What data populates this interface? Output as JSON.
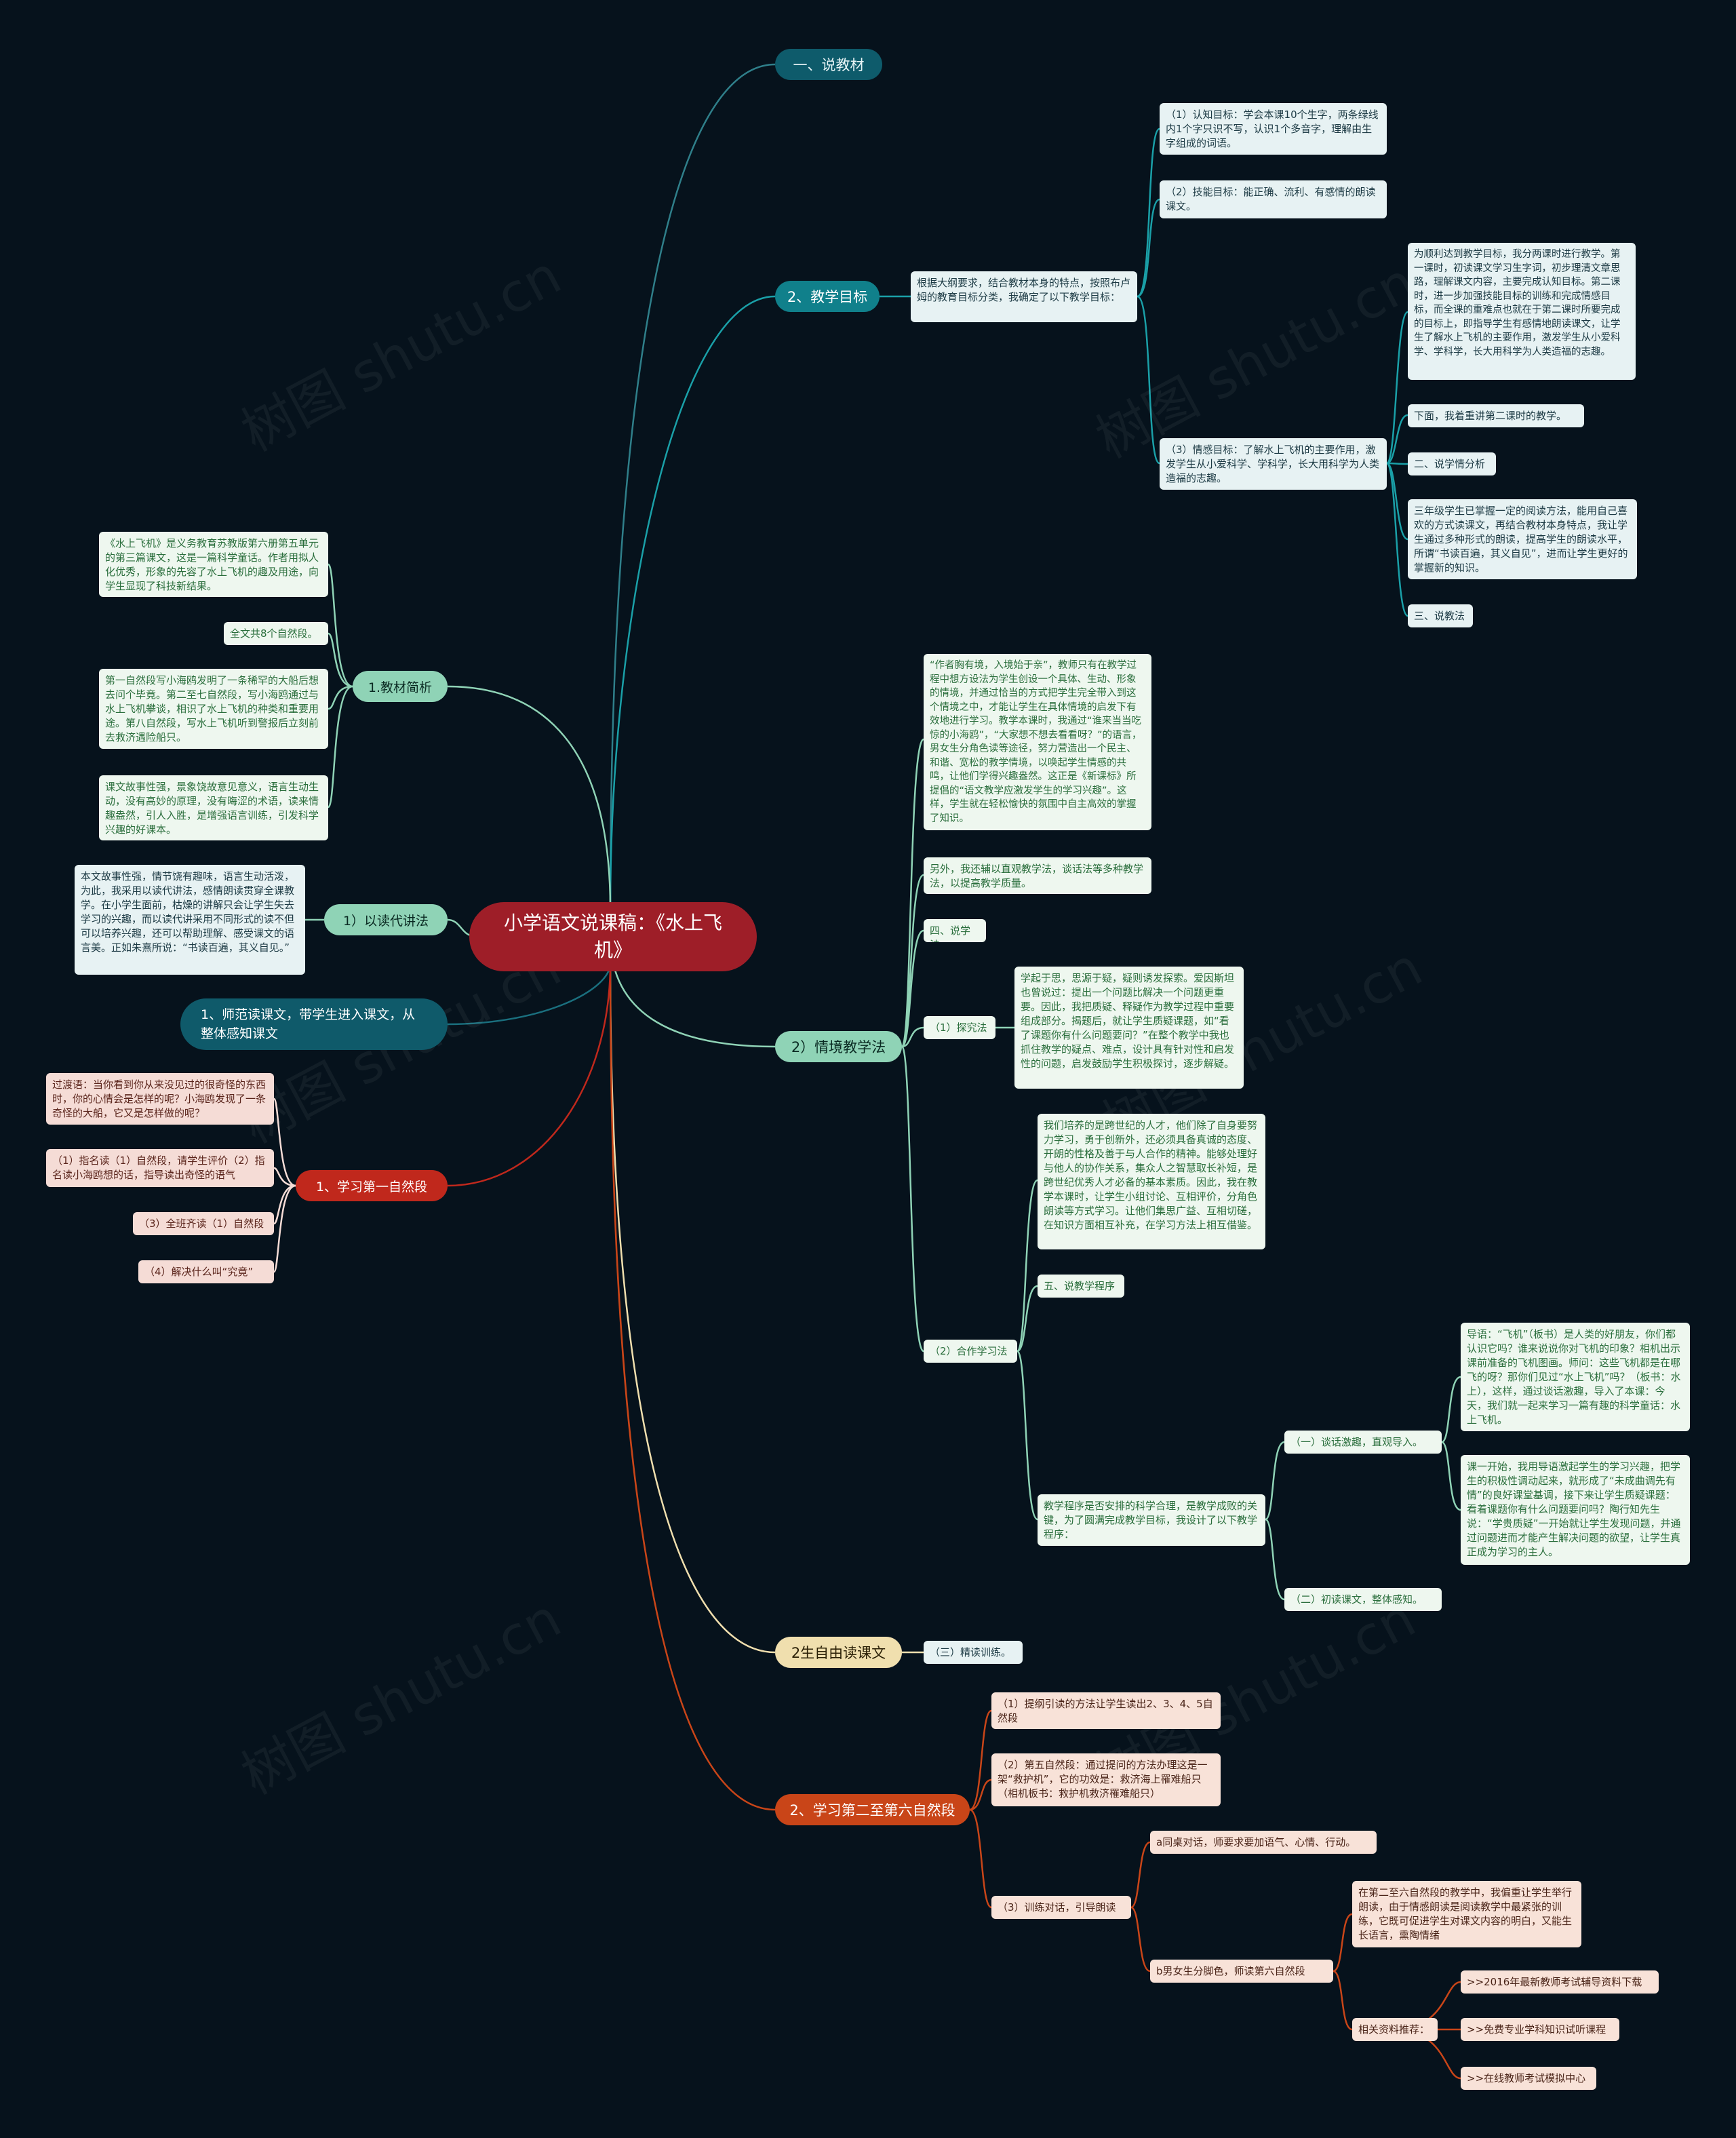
{
  "watermark": "树图 shutu.cn",
  "root": "小学语文说课稿：《水上飞机》",
  "branches": {
    "b1": "一、说教材",
    "b2": "2、教学目标",
    "b2_intro": "根据大纲要求，结合教材本身的特点，按照布卢姆的教育目标分类，我确定了以下教学目标：",
    "b2_g1": "（1）认知目标：学会本课10个生字，两条绿线内1个字只识不写，认识1个多音字，理解由生字组成的词语。",
    "b2_g2": "（2）技能目标：能正确、流利、有感情的朗读课文。",
    "b2_g3": "（3）情感目标：了解水上飞机的主要作用，激发学生从小爱科学、学科学，长大用科学为人类造福的志趣。",
    "b2_g3_a": "为顺利达到教学目标，我分两课时进行教学。第一课时，初读课文学习生字词，初步理清文章思路，理解课文内容，主要完成认知目标。第二课时，进一步加强技能目标的训练和完成情感目标，而全课的重难点也就在于第二课时所要完成的目标上，即指导学生有感情地朗读课文，让学生了解水上飞机的主要作用，激发学生从小爱科学、学科学，长大用科学为人类造福的志趣。",
    "b2_g3_b": "下面，我着重讲第二课时的教学。",
    "b2_g3_c": "二、说学情分析",
    "b2_g3_d": "三年级学生已掌握一定的阅读方法，能用自己喜欢的方式读课文，再结合教材本身特点，我让学生通过多种形式的朗读，提高学生的朗读水平，所谓“书读百遍，其义自见”，进而让学生更好的掌握新的知识。",
    "b2_g3_e": "三、说教法",
    "l1": "1.教材简析",
    "l1_a": "《水上飞机》是义务教育苏教版第六册第五单元的第三篇课文，这是一篇科学童话。作者用拟人化优秀，形象的先容了水上飞机的趣及用途，向学生显现了科技新结果。",
    "l1_b": "全文共8个自然段。",
    "l1_c": "第一自然段写小海鸥发明了一条稀罕的大船后想去问个毕竟。第二至七自然段，写小海鸥通过与水上飞机攀谈，相识了水上飞机的种类和重要用途。第八自然段，写水上飞机听到警报后立刻前去救济遇险船只。",
    "l1_d": "课文故事性强，景象饶故意见意义，语言生动生动，没有高妙的原理，没有晦涩的术语，读来情趣盎然，引人入胜，是增强语言训练，引发科学兴趣的好课本。",
    "l2": "1）以读代讲法",
    "l2_a": "本文故事性强，情节饶有趣味，语言生动活泼，为此，我采用以读代讲法，感情朗读贯穿全课教学。在小学生面前，枯燥的讲解只会让学生失去学习的兴趣，而以读代讲采用不同形式的读不但可以培养兴趣，还可以帮助理解、感受课文的语言美。正如朱熹所说：“书读百遍，其义自见。”",
    "l3": "1、师范读课文，带学生进入课文，从整体感知课文",
    "l4": "1、学习第一自然段",
    "l4_a": "过渡语：当你看到你从来没见过的很奇怪的东西时，你的心情会是怎样的呢？小海鸥发现了一条奇怪的大船，它又是怎样做的呢？",
    "l4_b": "（1）指名读（1）自然段，请学生评价（2）指名读小海鸥想的话，指导读出奇怪的语气",
    "l4_c": "（3）全班齐读（1）自然段",
    "l4_d": "（4）解决什么叫“究竟”",
    "b3": "2）情境教学法",
    "b3_a": "“作者胸有境，入境始于亲”，教师只有在教学过程中想方设法为学生创设一个具体、生动、形象的情境，并通过恰当的方式把学生完全带入到这个情境之中，才能让学生在具体情境的启发下有效地进行学习。教学本课时，我通过“谁来当当吃惊的小海鸥”，“大家想不想去看看呀？”的语言，男女生分角色读等途径，努力营造出一个民主、和谐、宽松的教学情境，以唤起学生情感的共鸣，让他们学得兴趣盎然。这正是《新课标》所提倡的“语文教学应激发学生的学习兴趣”。这样，学生就在轻松愉快的氛围中自主高效的掌握了知识。",
    "b3_b": "另外，我还辅以直观教学法，谈话法等多种教学法，以提高教学质量。",
    "b3_c": "四、说学法",
    "b3_d": "（1）探究法",
    "b3_d1": "学起于思，思源于疑，疑则诱发探索。爱因斯坦也曾说过：提出一个问题比解决一个问题更重要。因此，我把质疑、释疑作为教学过程中重要组成部分。揭题后，就让学生质疑课题，如“看了课题你有什么问题要问？”在整个教学中我也抓住教学的疑点、难点，设计具有针对性和启发性的问题，启发鼓励学生积极探讨，逐步解疑。",
    "b3_e": "（2）合作学习法",
    "b3_e1": "我们培养的是跨世纪的人才，他们除了自身要努力学习，勇于创新外，还必须具备真诚的态度、开朗的性格及善于与人合作的精神。能够处理好与他人的协作关系，集众人之智慧取长补短，是跨世纪优秀人才必备的基本素质。因此，我在教学本课时，让学生小组讨论、互相评价，分角色朗读等方式学习。让他们集思广益、互相切磋，在知识方面相互补充，在学习方法上相互借鉴。",
    "b3_e2": "五、说教学程序",
    "b3_e3": "教学程序是否安排的科学合理，是教学成败的关键，为了圆满完成教学目标，我设计了以下教学程序：",
    "b3_e3a": "（一）谈话激趣，直观导入。",
    "b3_e3a1": "导语：“飞机”（板书）是人类的好朋友，你们都认识它吗？谁来说说你对飞机的印象？相机出示课前准备的飞机图画。师问：这些飞机都是在哪飞的呀？那你们见过“水上飞机”吗？（板书：水上），这样，通过谈话激趣，导入了本课：今天，我们就一起来学习一篇有趣的科学童话：水上飞机。",
    "b3_e3a2": "课一开始，我用导语激起学生的学习兴趣，把学生的积极性调动起来，就形成了“未成曲调先有情”的良好课堂基调，接下来让学生质疑课题：看着课题你有什么问题要问吗？陶行知先生说：“学贵质疑”一开始就让学生发现问题，并通过问题进而才能产生解决问题的欲望，让学生真正成为学习的主人。",
    "b3_e3b": "（二）初读课文，整体感知。",
    "b4": "2生自由读课文",
    "b4_a": "（三）精读训练。",
    "b5": "2、学习第二至第六自然段",
    "b5_a": "（1）提纲引读的方法让学生读出2、3、4、5自然段",
    "b5_b": "（2）第五自然段：通过提问的方法办理这是一架“救护机”，它的功效是：救济海上罹难船只（相机板书：救护机救济罹难船只）",
    "b5_c": "（3）训练对话，引导朗读",
    "b5_c1": "a同桌对话，师要求要加语气、心情、行动。",
    "b5_c2": "b男女生分脚色，师读第六自然段",
    "b5_c2a": "在第二至六自然段的教学中，我偏重让学生举行朗读，由于情感朗读是阅读教学中最紧张的训练，它既可促进学生对课文内容的明白，又能生长语言，熏陶情绪",
    "b5_c2b": "相关资料推荐：",
    "b5_r1": ">>2016年最新教师考试辅导资料下载",
    "b5_r2": ">>免费专业学科知识试听课程",
    "b5_r3": ">>在线教师考试模拟中心"
  },
  "colors": {
    "teal_link": "#2f7f8a",
    "mint_link": "#8fd3b6",
    "red_link": "#c0281c",
    "cream_link": "#f0dfae",
    "orange_link": "#c94518"
  }
}
